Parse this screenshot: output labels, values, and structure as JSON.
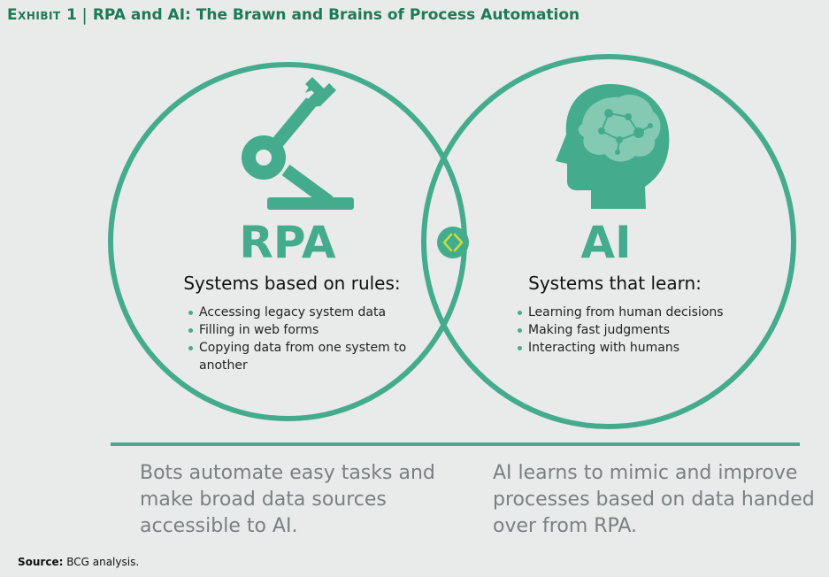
{
  "header": {
    "exhibit_label": "Exhibit 1",
    "title": "RPA and AI: The Brawn and Brains of Process Automation"
  },
  "rpa": {
    "label": "RPA",
    "subhead": "Systems based on rules:",
    "bullets": [
      "Accessing legacy system data",
      "Filling in web forms",
      "Copying data from one system to another"
    ],
    "icon": "robot-arm-icon"
  },
  "ai": {
    "label": "AI",
    "subhead": "Systems that learn:",
    "bullets": [
      "Learning from human decisions",
      "Making fast judgments",
      "Interacting with humans"
    ],
    "icon": "brain-head-icon"
  },
  "center_icon": "exchange-diamond-icon",
  "captions": {
    "left": "Bots automate easy tasks and make broad data sources accessible to AI.",
    "right": "AI learns to mimic and improve processes based on data handed over from RPA."
  },
  "source": {
    "label": "Source:",
    "text": "BCG analysis."
  },
  "colors": {
    "accent": "#44ac8d",
    "header": "#1e7a55",
    "caption": "#7a7f82",
    "background": "#e9ebea",
    "center_icon_accent": "#c5de3a"
  }
}
